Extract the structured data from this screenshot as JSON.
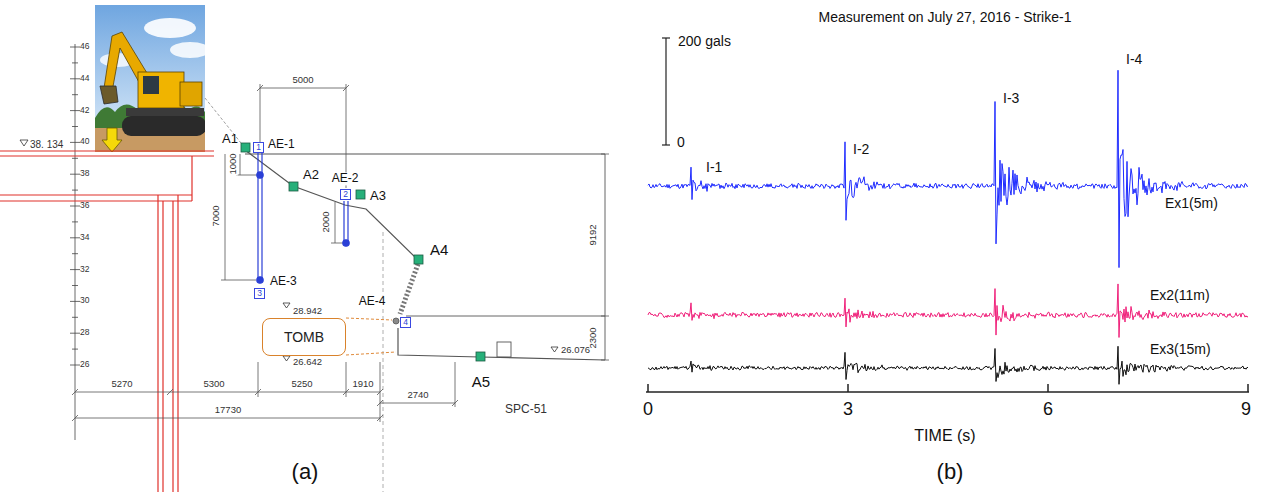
{
  "diagram": {
    "nodes": [
      {
        "text": [
          "1"
        ]
      },
      {
        "text": [
          "2"
        ]
      },
      {
        "text": [
          "3"
        ]
      },
      {
        "text": [
          "4"
        ]
      },
      {
        "text": [
          "TOMB"
        ]
      }
    ],
    "labels": [
      "46",
      "44",
      "42",
      "40",
      "38",
      "36",
      "34",
      "32",
      "30",
      "28",
      "26",
      "38. 134",
      "A1",
      "AE-1",
      "A2",
      "AE-2",
      "A3",
      "A4",
      "AE-3",
      "AE-4",
      "A5",
      "SPC-51",
      "5000",
      "1000",
      "7000",
      "2000",
      "9192",
      "2300",
      "28.942",
      "26.642",
      "26.076",
      "5270",
      "5300",
      "5250",
      "1910",
      "17730",
      "2740",
      "(a)",
      "Measurement on July 27, 2016 - Strike-1",
      "200 gals",
      "0",
      "I-1",
      "I-2",
      "I-3",
      "I-4",
      "Ex1(5m)",
      "Ex2(11m)",
      "Ex3(15m)",
      "0",
      "3",
      "6",
      "9",
      "TIME (s)",
      "(b)"
    ]
  }
}
